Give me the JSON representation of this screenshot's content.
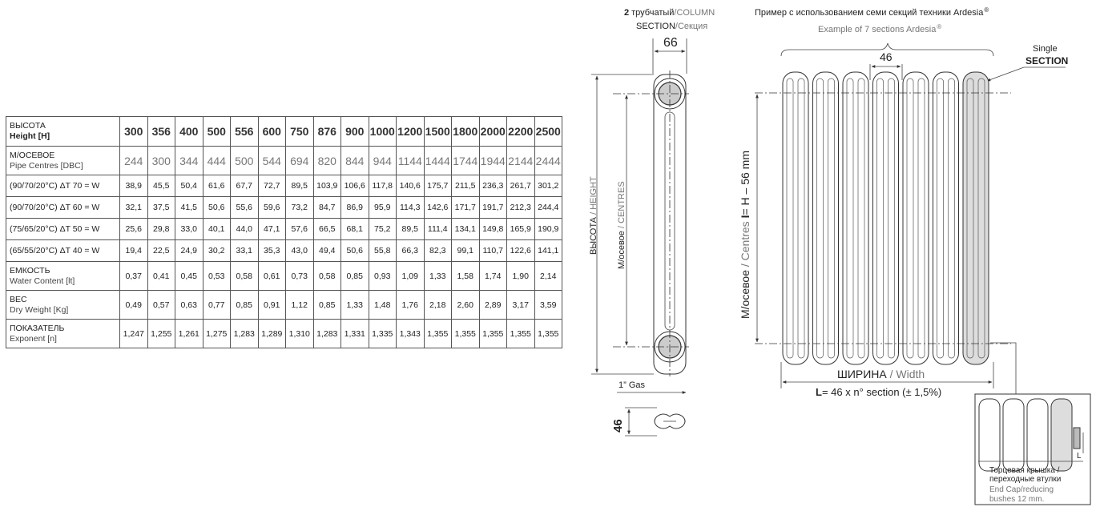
{
  "section_view": {
    "column_count": "2",
    "title_ru": "трубчатый",
    "title_en_a": "/COLUMN",
    "title_en_b": "SECTION",
    "title_ru_b": "/Секция",
    "depth_dim": "66",
    "height_label_ru": "ВЫСОТА",
    "height_label_en": " / HEIGHT",
    "centres_label_ru": "М/осевое",
    "centres_label_en": " / CENTRES",
    "gas_label": "1” Gas",
    "bottom_dim": "46"
  },
  "front_view": {
    "title_ru": "Пример с использованием семи секций техники Ardesia",
    "title_ru_mark": "®",
    "title_en": "Example of 7 sections Ardesia",
    "title_en_mark": "®",
    "single_label": "Single",
    "section_label": "SECTION",
    "pitch_dim": "46",
    "centres_ru": "М/осевое",
    "centres_en": " / Centres ",
    "centres_formula_l": "I",
    "centres_formula": "= H – 56 mm",
    "width_ru": "ШИРИНА",
    "width_en": " / Width",
    "length_l": "L",
    "length_formula": "= 46 x n° section (± 1,5%)",
    "endcap_ru_1": "Торцевая крышка /",
    "endcap_ru_2": "переходные втулки",
    "endcap_en_1": "End Cap/reducing",
    "endcap_en_2": "bushes 12 mm.",
    "endcap_letter": "L"
  },
  "table": {
    "heights": [
      "300",
      "356",
      "400",
      "500",
      "556",
      "600",
      "750",
      "876",
      "900",
      "1000",
      "1200",
      "1500",
      "1800",
      "2000",
      "2200",
      "2500"
    ],
    "rows": [
      {
        "label_ru": "ВЫСОТА",
        "label_en": "Height [H]",
        "kind": "height",
        "values": [
          "300",
          "356",
          "400",
          "500",
          "556",
          "600",
          "750",
          "876",
          "900",
          "1000",
          "1200",
          "1500",
          "1800",
          "2000",
          "2200",
          "2500"
        ]
      },
      {
        "label_ru": "М/ОСЕВОЕ",
        "label_en": "Pipe Centres [DBC]",
        "kind": "centres",
        "values": [
          "244",
          "300",
          "344",
          "444",
          "500",
          "544",
          "694",
          "820",
          "844",
          "944",
          "1144",
          "1444",
          "1744",
          "1944",
          "2144",
          "2444"
        ]
      },
      {
        "label_ru": "",
        "label_en": "(90/70/20°C) ΔT 70 = W",
        "kind": "small",
        "values": [
          "38,9",
          "45,5",
          "50,4",
          "61,6",
          "67,7",
          "72,7",
          "89,5",
          "103,9",
          "106,6",
          "117,8",
          "140,6",
          "175,7",
          "211,5",
          "236,3",
          "261,7",
          "301,2"
        ]
      },
      {
        "label_ru": "",
        "label_en": "(90/70/20°C) ΔT 60 = W",
        "kind": "small",
        "values": [
          "32,1",
          "37,5",
          "41,5",
          "50,6",
          "55,6",
          "59,6",
          "73,2",
          "84,7",
          "86,9",
          "95,9",
          "114,3",
          "142,6",
          "171,7",
          "191,7",
          "212,3",
          "244,4"
        ]
      },
      {
        "label_ru": "",
        "label_en": "(75/65/20°C) ΔT 50 = W",
        "kind": "small",
        "values": [
          "25,6",
          "29,8",
          "33,0",
          "40,1",
          "44,0",
          "47,1",
          "57,6",
          "66,5",
          "68,1",
          "75,2",
          "89,5",
          "111,4",
          "134,1",
          "149,8",
          "165,9",
          "190,9"
        ]
      },
      {
        "label_ru": "",
        "label_en": "(65/55/20°C) ΔT 40 = W",
        "kind": "small",
        "values": [
          "19,4",
          "22,5",
          "24,9",
          "30,2",
          "33,1",
          "35,3",
          "43,0",
          "49,4",
          "50,6",
          "55,8",
          "66,3",
          "82,3",
          "99,1",
          "110,7",
          "122,6",
          "141,1"
        ]
      },
      {
        "label_ru": "ЕМКОСТЬ",
        "label_en": "Water Content [lt]",
        "kind": "normal",
        "values": [
          "0,37",
          "0,41",
          "0,45",
          "0,53",
          "0,58",
          "0,61",
          "0,73",
          "0,58",
          "0,85",
          "0,93",
          "1,09",
          "1,33",
          "1,58",
          "1,74",
          "1,90",
          "2,14"
        ]
      },
      {
        "label_ru": "ВЕС",
        "label_en": "Dry Weight [Kg]",
        "kind": "normal",
        "values": [
          "0,49",
          "0,57",
          "0,63",
          "0,77",
          "0,85",
          "0,91",
          "1,12",
          "0,85",
          "1,33",
          "1,48",
          "1,76",
          "2,18",
          "2,60",
          "2,89",
          "3,17",
          "3,59"
        ]
      },
      {
        "label_ru": "ПОКАЗАТЕЛЬ",
        "label_en": "Exponent [n]",
        "kind": "normal",
        "values": [
          "1,247",
          "1,255",
          "1,261",
          "1,275",
          "1,283",
          "1,289",
          "1,310",
          "1,283",
          "1,331",
          "1,335",
          "1,343",
          "1,355",
          "1,355",
          "1,355",
          "1,355",
          "1,355"
        ]
      }
    ]
  }
}
